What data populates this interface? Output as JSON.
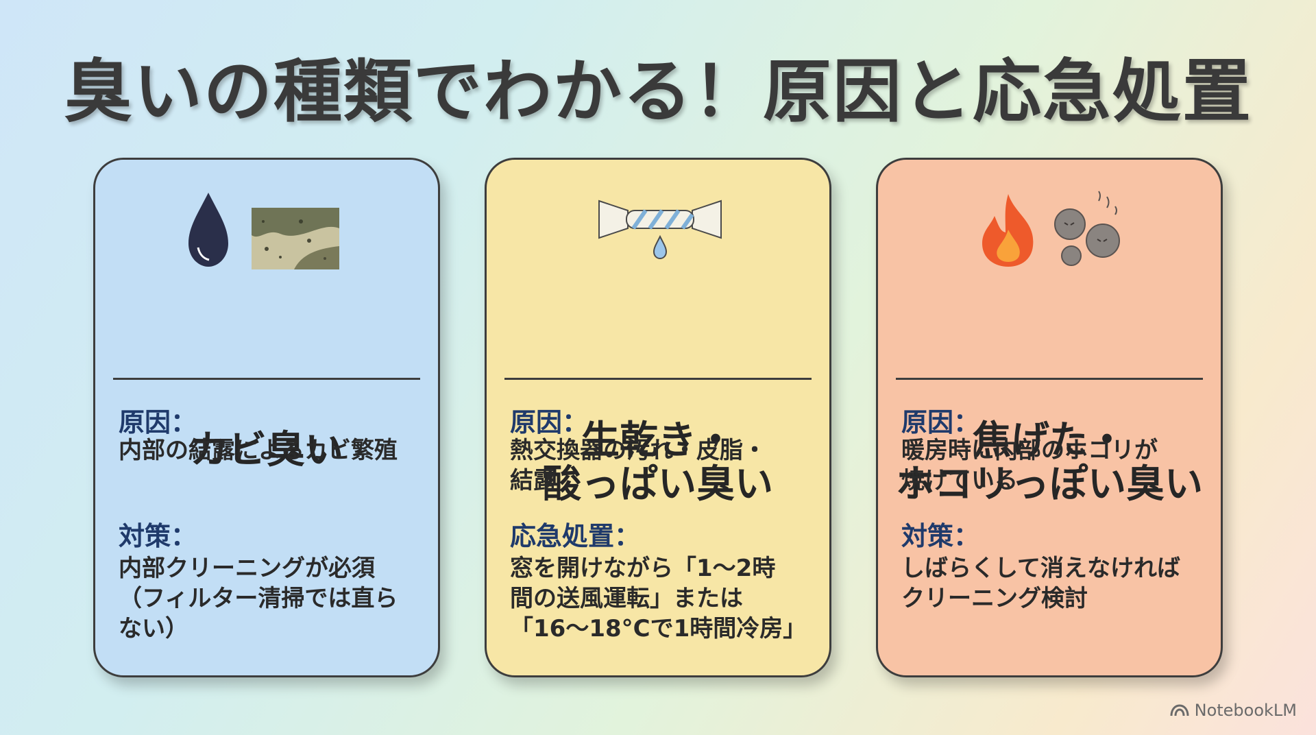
{
  "title": "臭いの種類でわかる！原因と応急処置",
  "brand": "NotebookLM",
  "cards": [
    {
      "heading": "カビ臭い",
      "icons": [
        "water-drop-icon",
        "mold-texture-icon"
      ],
      "sections": [
        {
          "label": "原因：",
          "text": "内部の結露によるカビ繁殖"
        },
        {
          "label": "対策：",
          "text": "内部クリーニングが必須\n（フィルター清掃では直ら\nない）"
        }
      ]
    },
    {
      "heading": "生乾き・\n酸っぱい臭い",
      "icons": [
        "wrung-towel-icon",
        "drip-icon"
      ],
      "sections": [
        {
          "label": "原因：",
          "text": "熱交換器の汚れ・皮脂・\n結露"
        },
        {
          "label": "応急処置：",
          "text": "窓を開けながら「1〜2時\n間の送風運転」または\n「16〜18°Cで1時間冷房」"
        }
      ]
    },
    {
      "heading": "焦げた・\nホコリっぽい臭い",
      "icons": [
        "flame-icon",
        "dust-clump-icon"
      ],
      "sections": [
        {
          "label": "原因：",
          "text": "暖房時に内部のホコリが\n焼けている"
        },
        {
          "label": "対策：",
          "text": "しばらくして消えなければ\nクリーニング検討"
        }
      ]
    }
  ],
  "colors": {
    "card_blue": "#c2def5",
    "card_yellow": "#f7e6a6",
    "card_orange": "#f8c3a5",
    "label": "#1f3a6b",
    "border": "#3d3d3d"
  }
}
